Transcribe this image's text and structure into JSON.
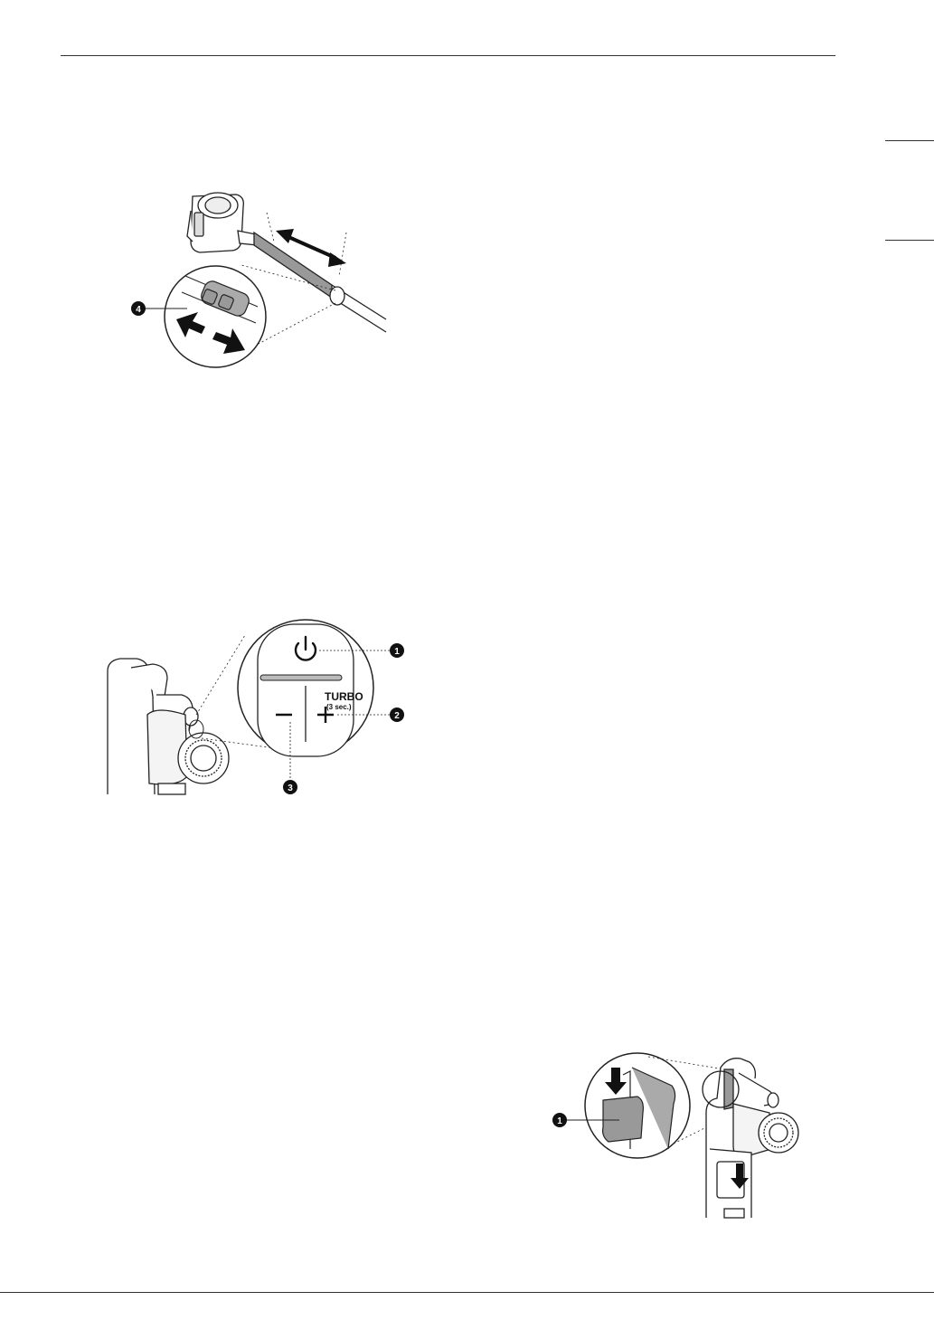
{
  "page": {
    "background": "#ffffff",
    "ink": "#222222"
  },
  "figure_tube": {
    "callout_4": "4",
    "icons": [
      "vacuum-body-icon",
      "extension-tube-icon",
      "double-arrow-icon",
      "release-button-icon"
    ]
  },
  "figure_controls": {
    "callout_1": "1",
    "callout_2": "2",
    "callout_3": "3",
    "turbo_label": "TURBO",
    "turbo_hint": "(3 sec.)",
    "minus_symbol": "−",
    "plus_symbol": "+",
    "icons": [
      "power-icon",
      "minus-icon",
      "plus-icon"
    ]
  },
  "figure_filter": {
    "callout_1": "1",
    "icons": [
      "down-arrow-icon",
      "filter-tab-icon"
    ]
  }
}
